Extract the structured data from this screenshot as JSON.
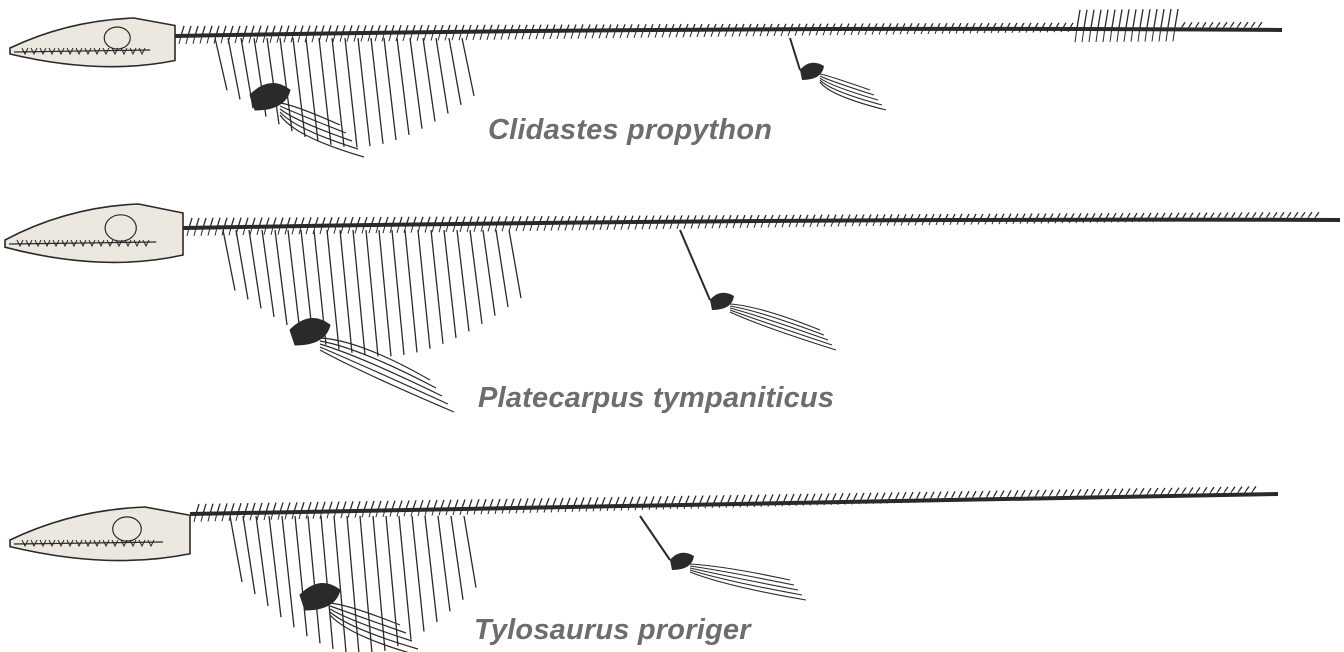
{
  "plate": {
    "background": "#ffffff",
    "ink_color": "#2a2a2a",
    "bone_fill": "#ece8e0",
    "caption_color": "#6d6d6d"
  },
  "skeletons": [
    {
      "caption": "Clidastes propython"
    },
    {
      "caption": "Platecarpus tympaniticus"
    },
    {
      "caption": "Tylosaurus proriger"
    }
  ]
}
